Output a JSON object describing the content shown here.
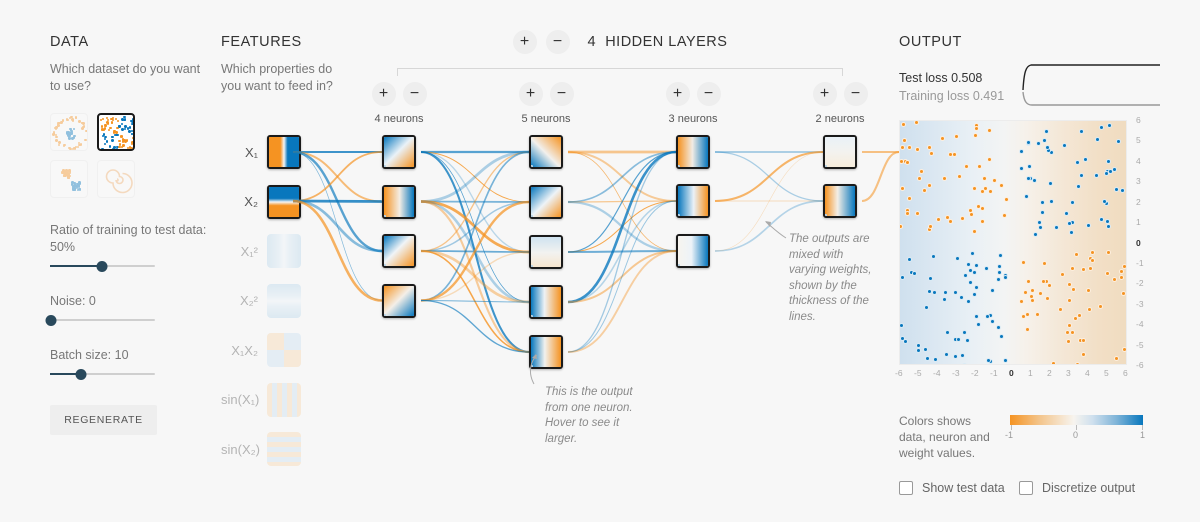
{
  "data_panel": {
    "title": "DATA",
    "subtitle": "Which dataset do you want to use?",
    "datasets": [
      {
        "name": "circle",
        "selected": false
      },
      {
        "name": "xor",
        "selected": true
      },
      {
        "name": "gauss",
        "selected": false
      },
      {
        "name": "spiral",
        "selected": false
      }
    ],
    "ratio_label": "Ratio of training to test data:  50%",
    "ratio_value": 50,
    "noise_label": "Noise:  0",
    "noise_value": 0,
    "batch_label": "Batch size:  10",
    "batch_value": 10,
    "regenerate_label": "REGENERATE"
  },
  "features_panel": {
    "title": "FEATURES",
    "subtitle": "Which properties do you want to feed in?",
    "items": [
      {
        "label": "X₁",
        "active": true
      },
      {
        "label": "X₂",
        "active": true
      },
      {
        "label": "X₁²",
        "active": false
      },
      {
        "label": "X₂²",
        "active": false
      },
      {
        "label": "X₁X₂",
        "active": false
      },
      {
        "label": "sin(X₁)",
        "active": false
      },
      {
        "label": "sin(X₂)",
        "active": false
      }
    ]
  },
  "network": {
    "hidden_layers_count": "4",
    "hidden_layers_label": "HIDDEN LAYERS",
    "add_label": "+",
    "remove_label": "−",
    "layers": [
      {
        "neurons": 4,
        "count_label": "4 neurons"
      },
      {
        "neurons": 5,
        "count_label": "5 neurons"
      },
      {
        "neurons": 3,
        "count_label": "3 neurons"
      },
      {
        "neurons": 2,
        "count_label": "2 neurons"
      }
    ],
    "callout_neuron": "This is the output from one neuron. Hover to see it larger.",
    "callout_weights": "The outputs are mixed with varying weights, shown by the thickness of the lines."
  },
  "output_panel": {
    "title": "OUTPUT",
    "test_loss_label": "Test loss 0.508",
    "training_loss_label": "Training loss 0.491",
    "test_loss": 0.508,
    "training_loss": 0.491,
    "legend_text": "Colors shows data, neuron and weight values.",
    "legend_min": "-1",
    "legend_mid": "0",
    "legend_max": "1",
    "show_test_data_label": "Show test data",
    "discretize_output_label": "Discretize output",
    "show_test_data_checked": false,
    "discretize_output_checked": false,
    "axis_ticks": [
      "-6",
      "-5",
      "-4",
      "-3",
      "-2",
      "-1",
      "0",
      "1",
      "2",
      "3",
      "4",
      "5",
      "6"
    ],
    "y_axis_ticks": [
      "6",
      "5",
      "4",
      "3",
      "2",
      "1",
      "0",
      "-1",
      "-2",
      "-3",
      "-4",
      "-5",
      "-6"
    ]
  },
  "colors": {
    "positive": "#0877bd",
    "negative": "#f59322",
    "neutral": "#f7f7f7",
    "slider": "#29495c",
    "background": "#f7f7f7"
  }
}
